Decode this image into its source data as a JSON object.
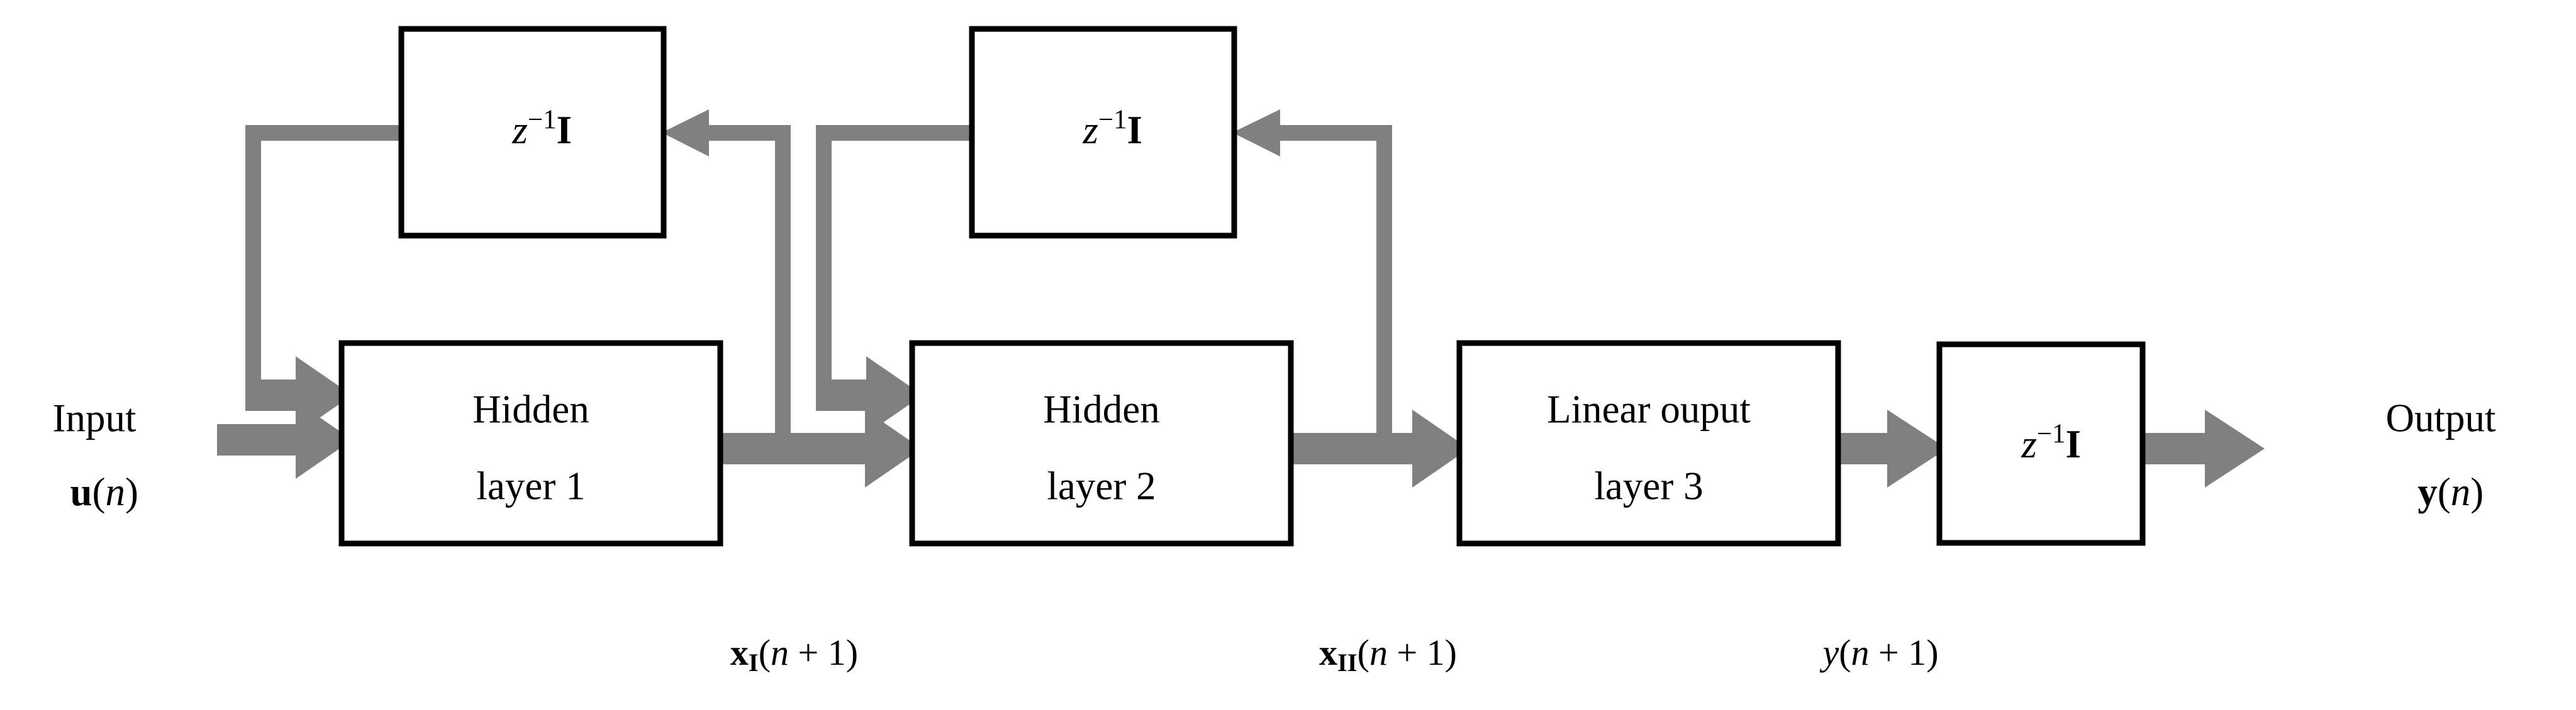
{
  "diagram": {
    "title": "Recurrent multilayer perceptron block diagram",
    "colors": {
      "flow_arrow": "#808080",
      "box_border": "#000000",
      "box_fill": "#ffffff",
      "text": "#000000",
      "background": "#ffffff"
    },
    "blocks": [
      {
        "id": "delay-1",
        "kind": "unit-delay",
        "label_z": "z",
        "label_exp": "−1",
        "label_I": "I",
        "label_plain": "z−1I"
      },
      {
        "id": "delay-2",
        "kind": "unit-delay",
        "label_z": "z",
        "label_exp": "−1",
        "label_I": "I",
        "label_plain": "z−1I"
      },
      {
        "id": "hidden-layer-1",
        "kind": "layer",
        "line1": "Hidden",
        "line2": "layer 1"
      },
      {
        "id": "hidden-layer-2",
        "kind": "layer",
        "line1": "Hidden",
        "line2": "layer 2"
      },
      {
        "id": "linear-output-layer-3",
        "kind": "layer",
        "line1": "Linear ouput",
        "line2": "layer 3"
      },
      {
        "id": "delay-output",
        "kind": "unit-delay",
        "label_z": "z",
        "label_exp": "−1",
        "label_I": "I",
        "label_plain": "z−1I"
      }
    ],
    "ports": {
      "input": {
        "line1": "Input",
        "sym_var": "u",
        "sym_open": "(",
        "sym_n": "n",
        "sym_close": ")",
        "line2": "u(n)"
      },
      "output": {
        "line1": "Output",
        "sym_var": "y",
        "sym_open": "(",
        "sym_n": "n",
        "sym_close": ")",
        "line2": "y(n)"
      }
    },
    "signal_labels": [
      {
        "id": "state-1",
        "var": "x",
        "subscript": "I",
        "open": "(",
        "n": "n",
        "plus": " + ",
        "one": "1",
        "close": ")",
        "plain": "xI(n + 1)"
      },
      {
        "id": "state-2",
        "var": "x",
        "subscript": "II",
        "open": "(",
        "n": "n",
        "plus": " + ",
        "one": "1",
        "close": ")",
        "plain": "xII(n + 1)"
      },
      {
        "id": "output-signal",
        "var": "y",
        "subscript": "",
        "open": "(",
        "n": "n",
        "plus": " + ",
        "one": "1",
        "close": ")",
        "plain": "y(n + 1)"
      }
    ]
  }
}
